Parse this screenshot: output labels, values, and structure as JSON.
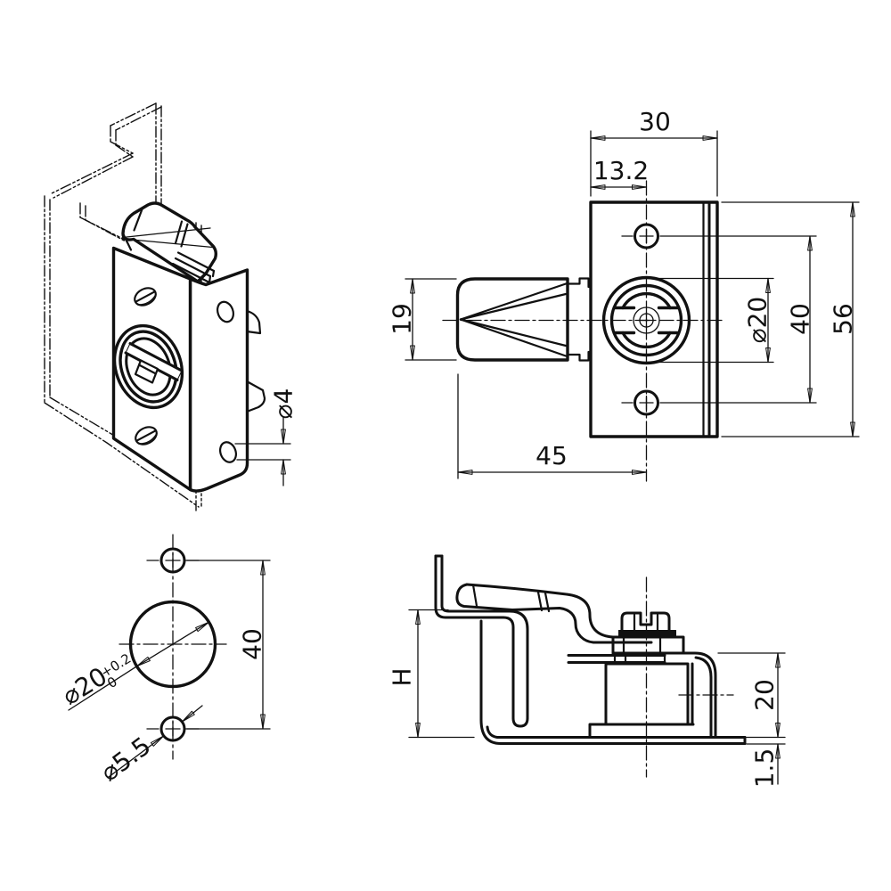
{
  "page": {
    "background": "#ffffff",
    "ink": "#111111"
  },
  "views": {
    "isometric": {
      "dims": {
        "flange_hole_dia": "⌀4"
      }
    },
    "front": {
      "dims": {
        "plate_width": "30",
        "hole_offset": "13.2",
        "plate_height": "56",
        "hole_spacing": "40",
        "rotary_dia": "⌀20",
        "knob_height": "19",
        "knob_reach": "45"
      }
    },
    "drill": {
      "dims": {
        "center_hole_dia": "⌀20",
        "center_hole_tol_upper": "+0.2",
        "center_hole_tol_lower": "0",
        "mount_hole_dia": "⌀5.5",
        "hole_spacing": "40"
      }
    },
    "side": {
      "dims": {
        "overall_height": "H",
        "body_height": "20",
        "base_thickness": "1.5"
      }
    }
  }
}
